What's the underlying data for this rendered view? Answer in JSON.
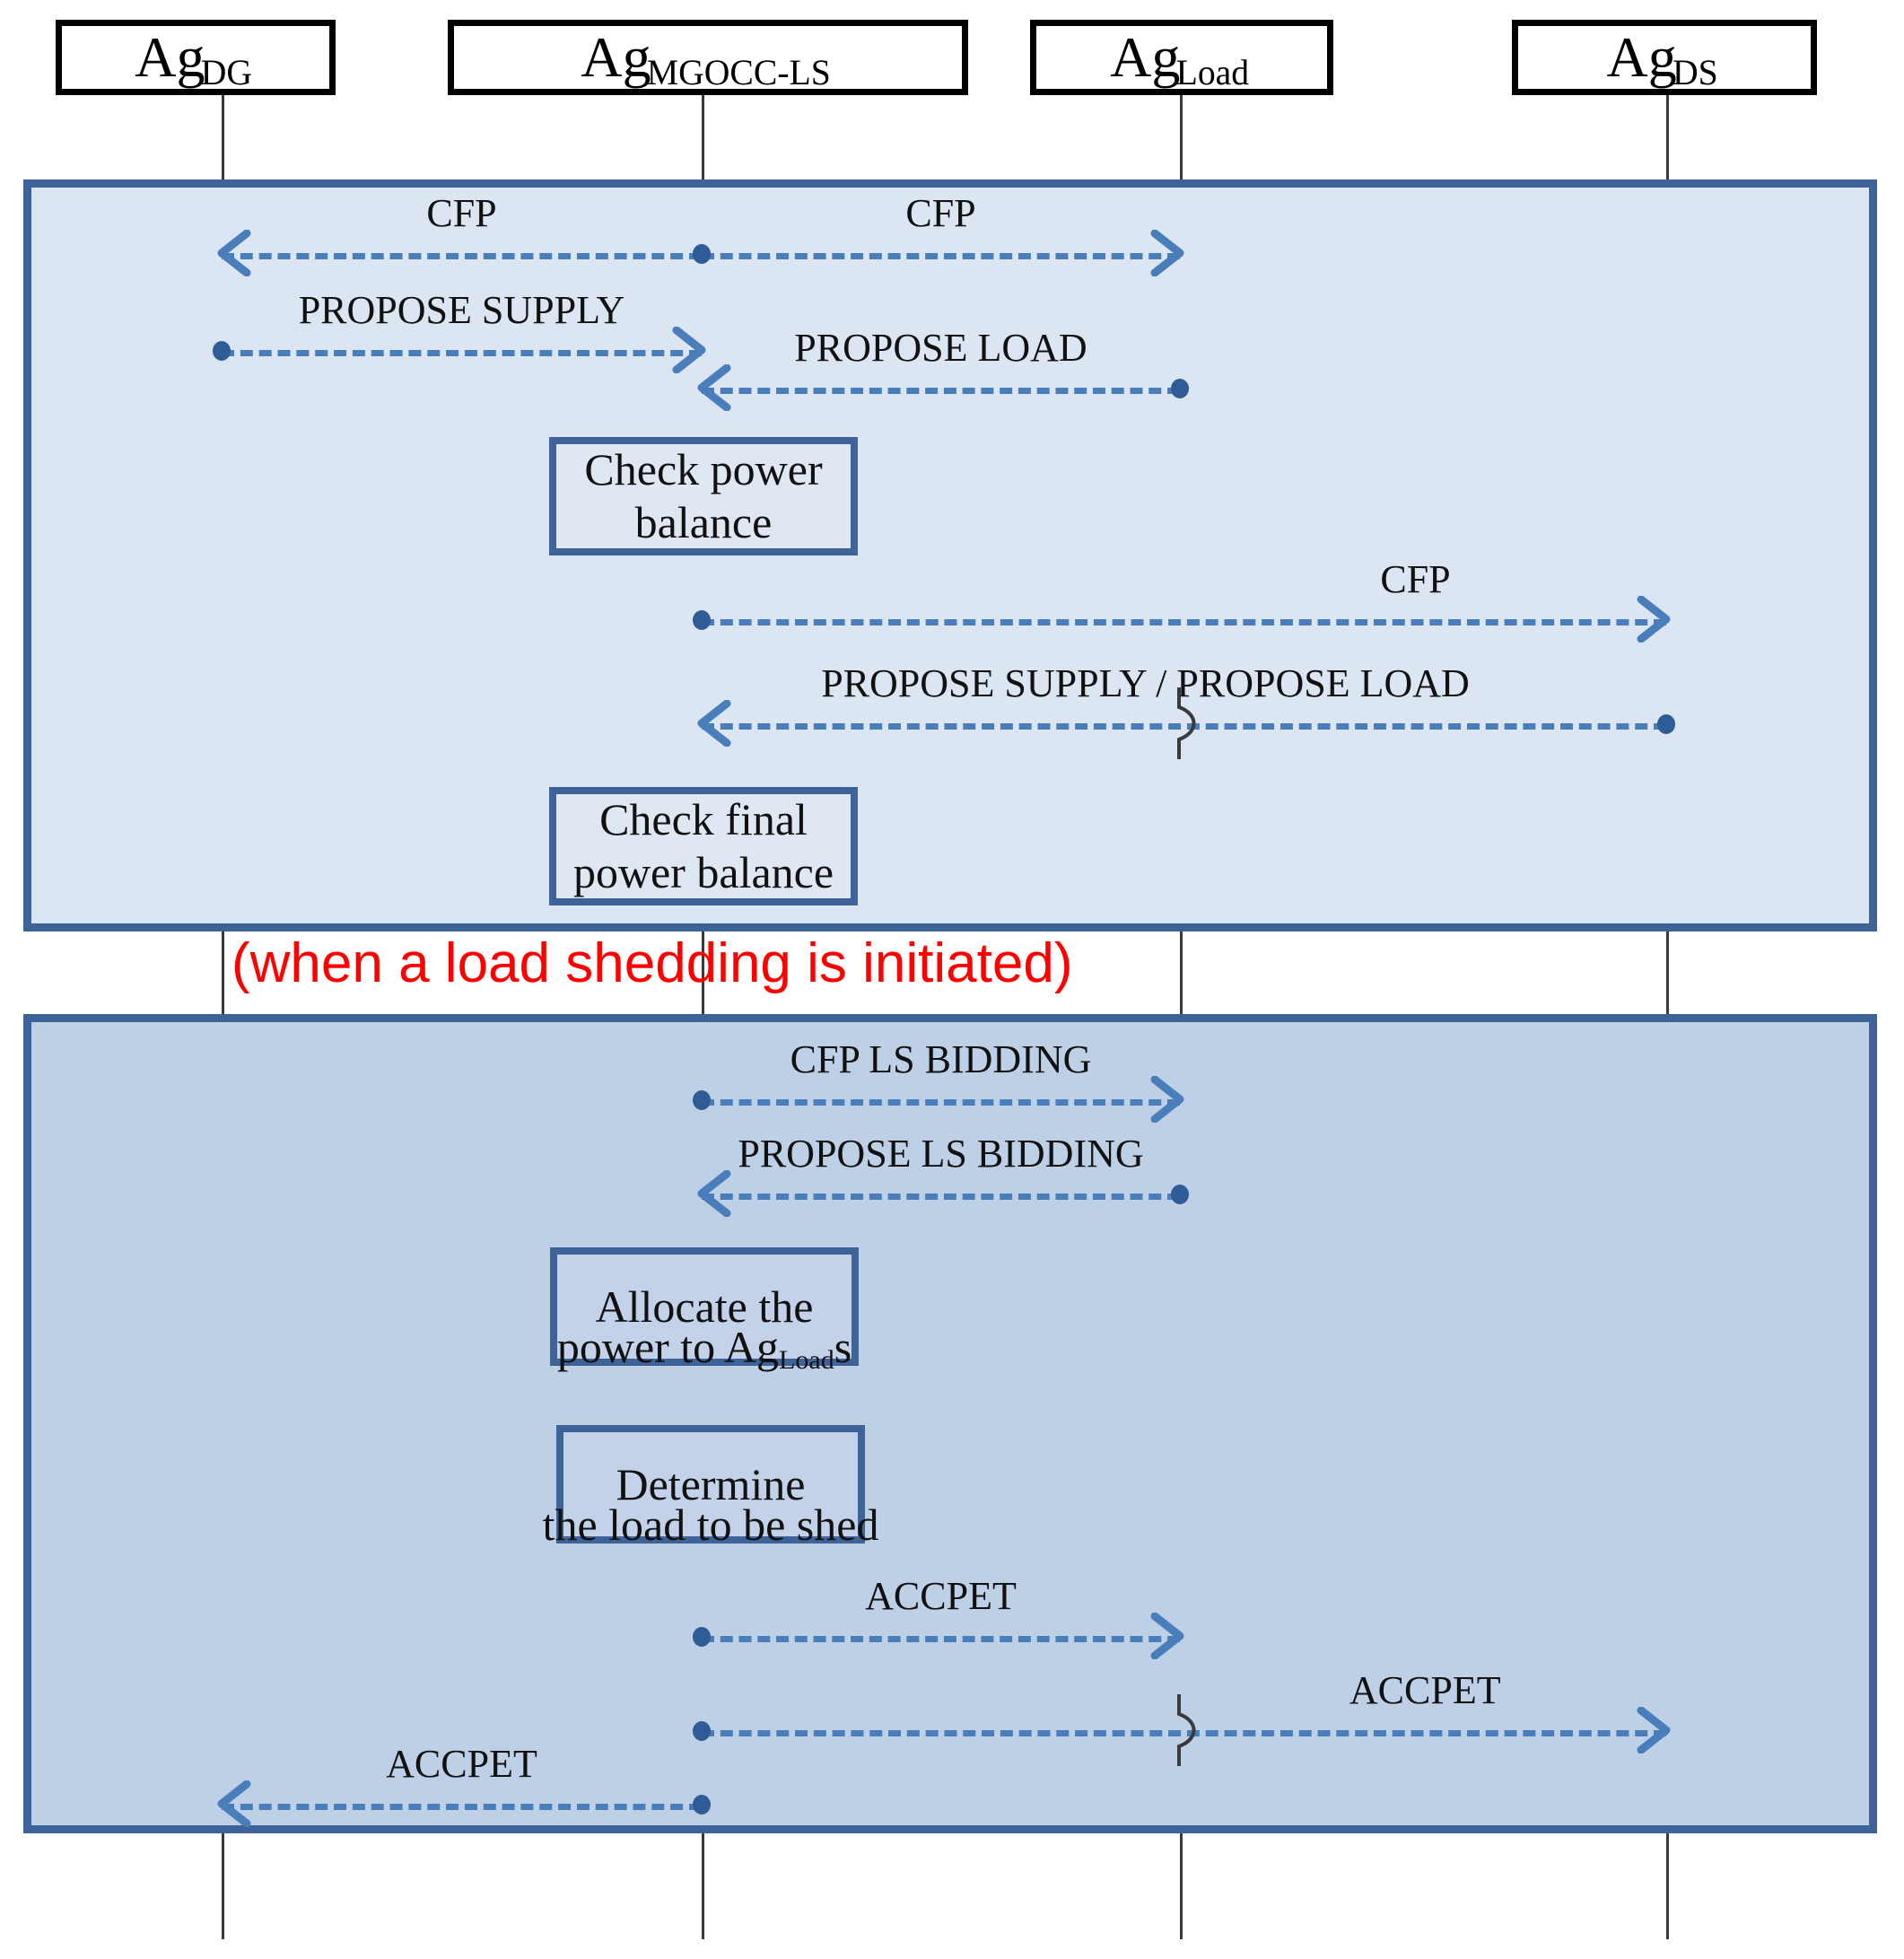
{
  "diagram": {
    "type": "uml-sequence-diagram",
    "colors": {
      "frame_border": "#3d6398",
      "frame_upper_fill": "#dce5f2",
      "frame_lower_fill": "#bed0e6",
      "message_arrow": "#4a7ebb",
      "message_dot": "#2f5c96",
      "lifeline": "#3a3a3a",
      "annotation_red": "#ff0000",
      "agent_box_border": "#000000"
    },
    "agents": [
      {
        "id": "dg",
        "base": "Ag",
        "sub": "DG"
      },
      {
        "id": "mgocc",
        "base": "Ag",
        "sub": "MGOCC-LS"
      },
      {
        "id": "load",
        "base": "Ag",
        "sub": "Load"
      },
      {
        "id": "ds",
        "base": "Ag",
        "sub": "DS"
      }
    ],
    "annotation": "(when a load shedding is initiated)",
    "upper_frame": {
      "messages": [
        {
          "label": "CFP",
          "from": "mgocc",
          "to": "dg"
        },
        {
          "label": "CFP",
          "from": "mgocc",
          "to": "load"
        },
        {
          "label": "PROPOSE SUPPLY",
          "from": "dg",
          "to": "mgocc"
        },
        {
          "label": "PROPOSE LOAD",
          "from": "load",
          "to": "mgocc"
        },
        {
          "label": "CFP",
          "from": "mgocc",
          "to": "ds"
        },
        {
          "label": "PROPOSE SUPPLY / PROPOSE LOAD",
          "from": "ds",
          "to": "mgocc"
        }
      ],
      "actions": [
        {
          "line1": "Check power",
          "line2": "balance"
        },
        {
          "line1": "Check final",
          "line2": "power balance"
        }
      ]
    },
    "lower_frame": {
      "messages": [
        {
          "label": "CFP LS BIDDING",
          "from": "mgocc",
          "to": "load"
        },
        {
          "label": "PROPOSE LS BIDDING",
          "from": "load",
          "to": "mgocc"
        },
        {
          "label": "ACCPET",
          "from": "mgocc",
          "to": "load"
        },
        {
          "label": "ACCPET",
          "from": "mgocc",
          "to": "ds"
        },
        {
          "label": "ACCPET",
          "from": "mgocc",
          "to": "dg"
        }
      ],
      "actions": [
        {
          "line1": "Allocate  the",
          "line2_pre": "power to Ag",
          "line2_sub": "Load",
          "line2_post": "s"
        },
        {
          "line1": "Determine",
          "line2_pre": "the load to be shed",
          "line2_sub": "",
          "line2_post": ""
        }
      ]
    }
  }
}
